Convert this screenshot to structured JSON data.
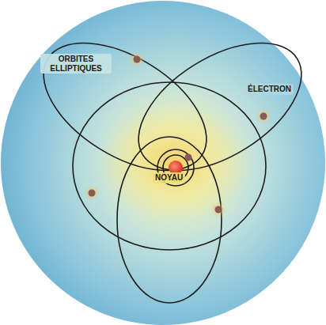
{
  "diagram": {
    "labels": [
      "ORBITES ELLIPTIQUES",
      "ÉLECTRON",
      "NOYAU"
    ]
  }
}
